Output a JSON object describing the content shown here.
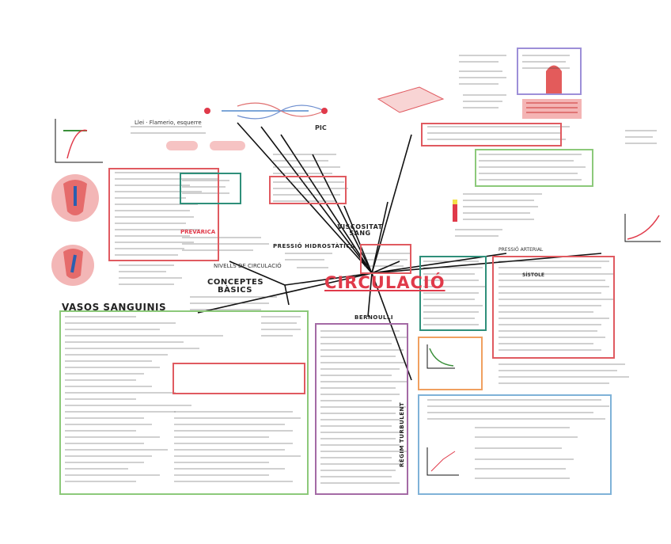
{
  "central": "CIRCULACIÓ",
  "branches": {
    "vasos": "VASOS SANGUINIS",
    "pressio": "PRESSIÓ HIDROSTÀTICA",
    "conceptes": "CONCEPTES BÀSICS",
    "viscositat": "VISCOSITAT SANG",
    "bernoulli": "BERNOULLI",
    "regim": "RÈGIM TURBULENT",
    "nivells": "NIVELLS DE CIRCULACIÓ",
    "pressio_arterial": "PRESSIÓ ARTERIAL",
    "llei": "Llei · Flamerio, esquerre",
    "pic": "PIC",
    "prevarica": "PREVARICA",
    "sistole": "SÍSTOLE"
  },
  "colors": {
    "accent": "#e03a4a",
    "red_box": "#e05a60",
    "green_box": "#8cc97a",
    "teal_box": "#2f8f7a",
    "purple_box": "#a46aa5",
    "blue_box": "#7fb2d8",
    "orange_box": "#f0a060"
  }
}
